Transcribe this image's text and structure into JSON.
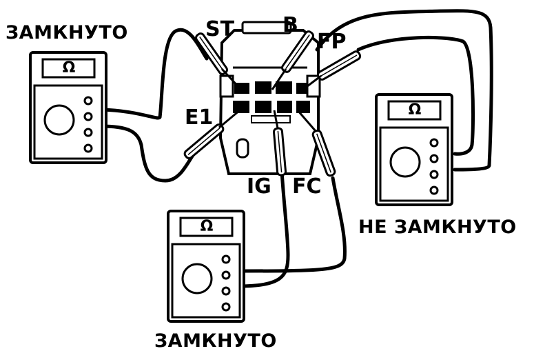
{
  "captions": {
    "left_meter": "ЗАМКНУТО",
    "right_meter": "НЕ ЗАМКНУТО",
    "bottom_meter": "ЗАМКНУТО"
  },
  "pins": {
    "st": "ST",
    "b": "B",
    "fp": "FP",
    "e1": "E1",
    "ig": "IG",
    "fc": "FC"
  },
  "meters": {
    "ohm_symbol": "Ω"
  },
  "colors": {
    "ink": "#000000",
    "paper": "#ffffff"
  }
}
